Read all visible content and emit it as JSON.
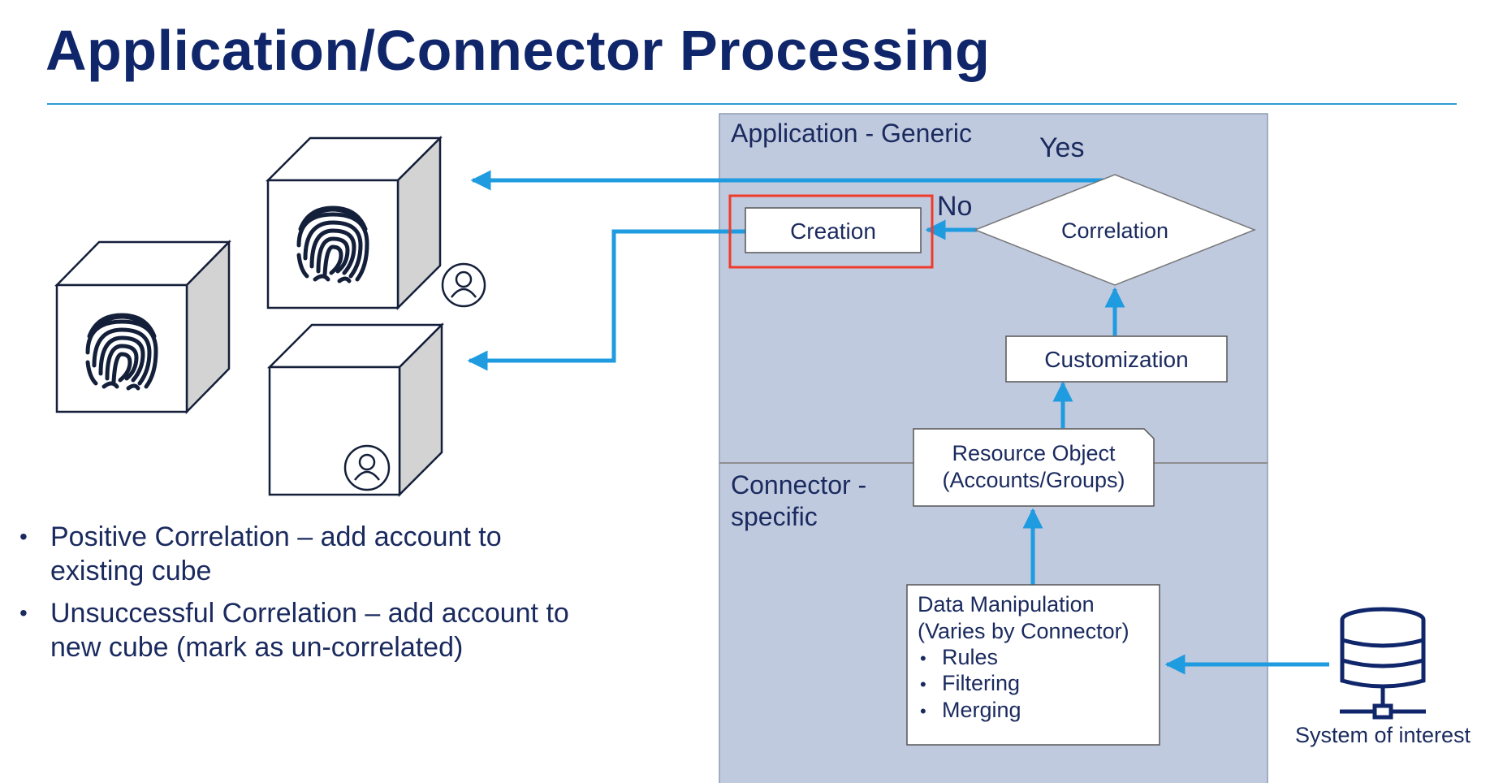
{
  "title": "Application/Connector Processing",
  "colors": {
    "title": "#10266a",
    "accent_arrow": "#1f9be0",
    "panel": "#c0cadf",
    "highlight": "#ee3b2b"
  },
  "diagram": {
    "app_generic_label": "Application - Generic",
    "connector_label_line1": "Connector -",
    "connector_label_line2": "specific",
    "yes_label": "Yes",
    "no_label": "No",
    "correlation": "Correlation",
    "creation": "Creation",
    "customization": "Customization",
    "resource_object_line1": "Resource Object",
    "resource_object_line2": "(Accounts/Groups)",
    "data_manipulation": {
      "line1": "Data Manipulation",
      "line2": "(Varies by Connector)",
      "items": [
        "Rules",
        "Filtering",
        "Merging"
      ]
    },
    "system_of_interest": "System of interest",
    "icons": [
      "fingerprint-icon",
      "user-icon",
      "database-icon"
    ]
  },
  "bullets": [
    "Positive Correlation – add account to existing cube",
    "Unsuccessful Correlation – add account to new cube (mark as un-correlated)"
  ]
}
